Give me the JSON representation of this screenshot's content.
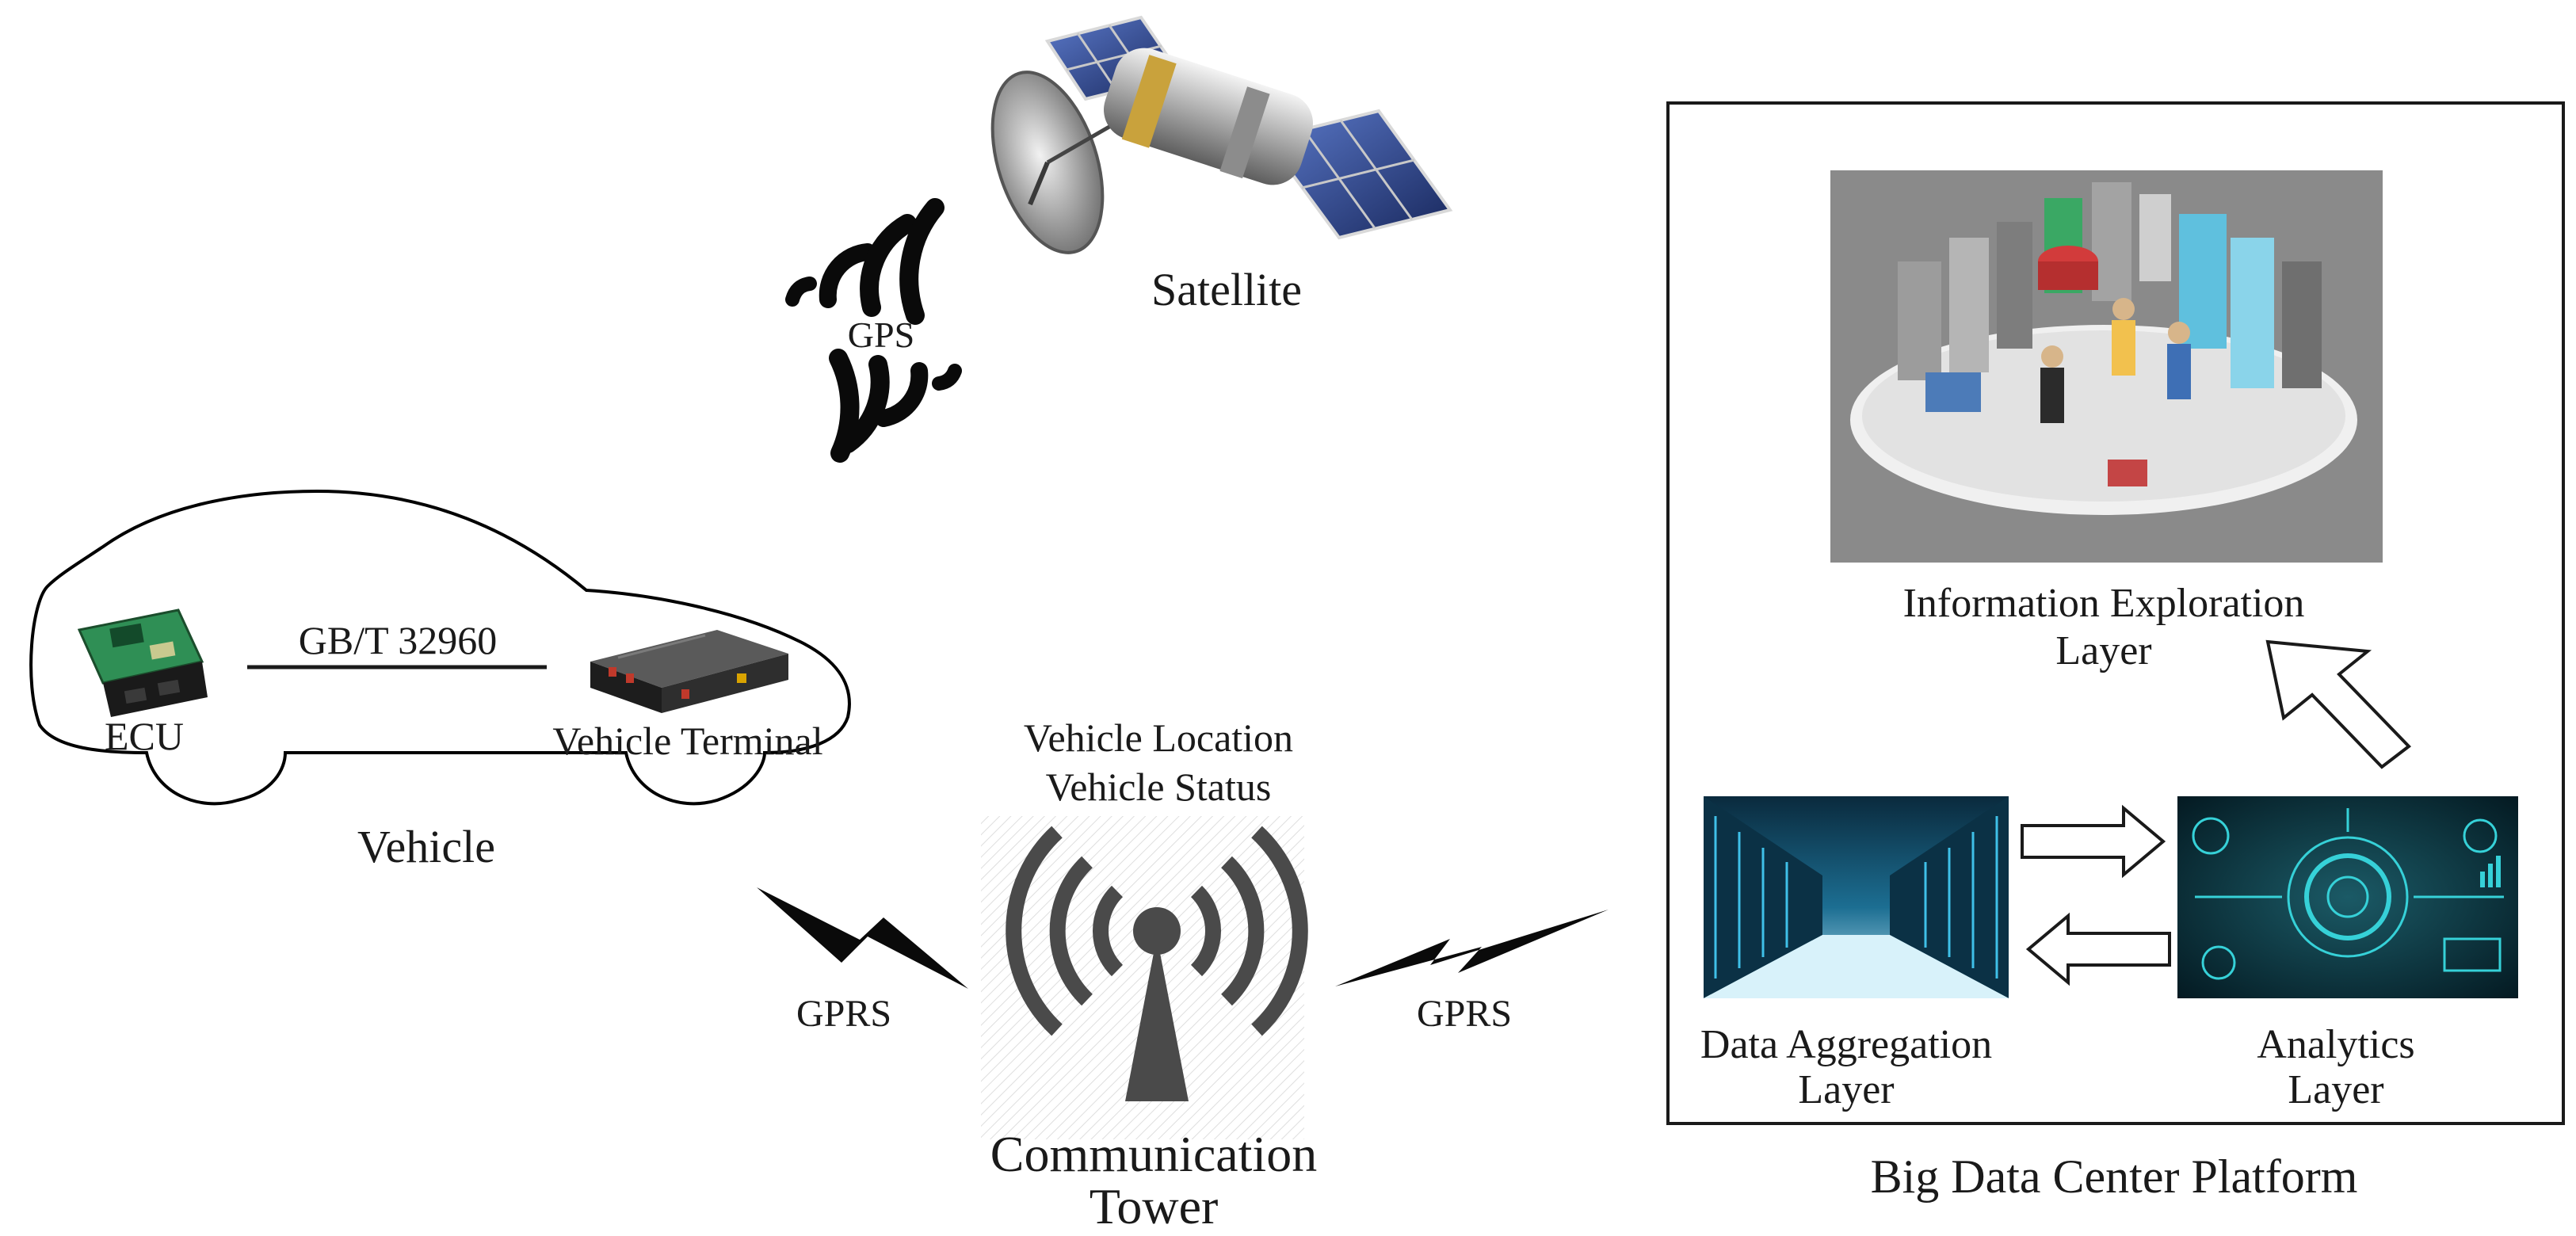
{
  "satellite": {
    "label": "Satellite"
  },
  "gps": {
    "label": "GPS"
  },
  "vehicle": {
    "label": "Vehicle",
    "ecu_label": "ECU",
    "protocol_label": "GB/T 32960",
    "terminal_label": "Vehicle Terminal"
  },
  "tower": {
    "label_line1": "Communication",
    "label_line2": "Tower",
    "info_line1": "Vehicle Location",
    "info_line2": "Vehicle Status"
  },
  "links": {
    "gprs_left": "GPRS",
    "gprs_right": "GPRS"
  },
  "platform": {
    "title": "Big Data Center Platform",
    "info_layer_line1": "Information Exploration",
    "info_layer_line2": "Layer",
    "data_layer_line1": "Data Aggregation",
    "data_layer_line2": "Layer",
    "analytics_layer_line1": "Analytics",
    "analytics_layer_line2": "Layer"
  }
}
